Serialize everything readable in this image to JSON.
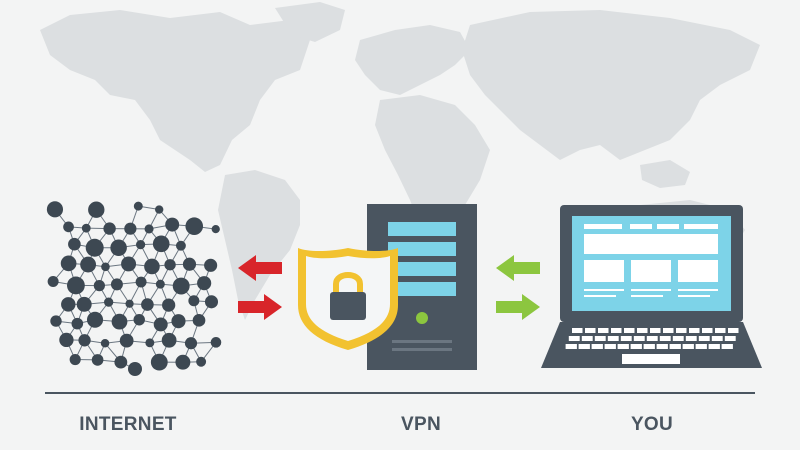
{
  "labels": {
    "internet": "INTERNET",
    "vpn": "VPN",
    "you": "YOU"
  },
  "colors": {
    "background": "#f3f4f4",
    "world_map": "#dcdfe1",
    "node": "#3d4852",
    "node_link": "#6b7681",
    "server_body": "#4a5560",
    "server_slot": "#7dd3e8",
    "server_led": "#8cc63f",
    "shield_outline": "#f2c230",
    "shield_fill": "#f4f6f7",
    "lock_shackle": "#f2c230",
    "lock_body": "#4a5560",
    "arrow_red": "#d8252a",
    "arrow_green": "#8cc63f",
    "laptop_body": "#4a5560",
    "laptop_screen": "#7dd3e8",
    "laptop_keys": "#ffffff",
    "baseline": "#4a5560",
    "label_text": "#4a5560"
  },
  "icons": {
    "internet": "network-mesh-icon",
    "server": "server-tower-icon",
    "shield": "shield-lock-icon",
    "laptop": "laptop-icon",
    "arrows_left": "red-exchange-arrows-icon",
    "arrows_right": "green-exchange-arrows-icon"
  }
}
